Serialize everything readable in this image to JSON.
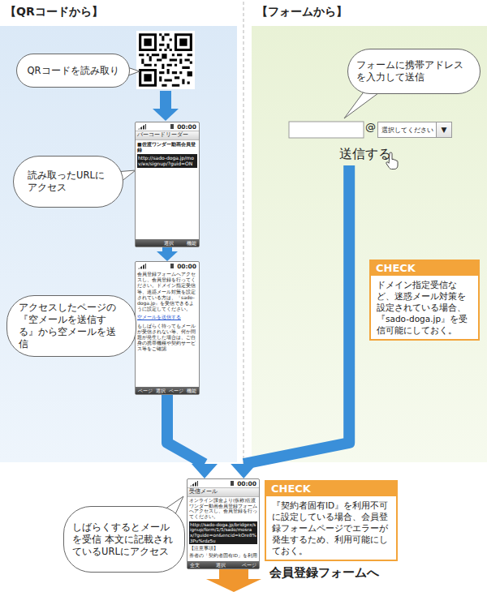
{
  "diagram": {
    "nodes": [
      {
        "text": [
          "【QRコードから】"
        ]
      },
      {
        "text": [
          "QRコードを読み取り"
        ],
        "in": 0
      },
      {
        "text": [
          "00:00",
          "バーコードリーダー",
          "■佐渡ワンダー動画会員登録",
          "http://sado-doga.jp/mov/ex/signup/?guid=ON",
          "選択",
          "機能"
        ],
        "in": 0
      },
      {
        "text": [
          "読み取ったURLにアクセス"
        ],
        "in": 0
      },
      {
        "text": [
          "00:00",
          "会員登録フォームへアクセスし、会員登録を行ってください。ドメイン指定受信等、迷惑メール対策を設定されている方は、『sado-doga.jp』を受信できるように設定してください。",
          "空メールを送信する",
          "もしばらく待ってもメールが受信されない等、何か問題が発生した場合は、ご自身の携帯機種や契約サービス等をご確認",
          "ページ",
          "選択",
          "ページ",
          "機能"
        ],
        "in": 0
      },
      {
        "text": [
          "アクセスしたページの『空メールを送信する』から空メールを送信"
        ],
        "in": 0
      },
      {
        "text": [
          "【フォームから】"
        ]
      },
      {
        "text": [
          "フォームに携帯アドレスを入力して送信"
        ],
        "in": 6
      },
      {
        "text": [
          "選択してください",
          "▼"
        ],
        "in": 6
      },
      {
        "text": [
          "送信する"
        ],
        "in": 6
      },
      {
        "text": [
          "CHECK",
          "ドメイン指定受信など、迷惑メール対策を設定されている場合、『sado-doga.jp』を受信可能にしておく。"
        ],
        "in": 6
      },
      {
        "text": [
          "00:00",
          "受信メール",
          "オンライン課金より(仮称)佐渡ワンダー動画会員登録フォームへアクセスし、会員登録を行ってください。",
          "http://sado-doga.jp/bridgex/signup/form/1/5/sado/mosrax/?guide=on&encid=kOre8%3Pu%rdz5u",
          "【注意事項】",
          "券者の「契約者固有ID」を利用",
          "全文",
          "選択",
          "ページ"
        ]
      },
      {
        "text": [
          "しばらくするとメールを受信 本文に記載されているURLにアクセス"
        ]
      },
      {
        "text": [
          "CHECK",
          "『契約者固有ID』を利用不可に設定している場合、会員登録フォームページでエラーが発生するため、利用可能にしておく。"
        ]
      }
    ],
    "edges": [
      {
        "from": 2,
        "to": 4,
        "arrow": "to"
      },
      {
        "from": 4,
        "to": 11,
        "arrow": "to"
      },
      {
        "from": 9,
        "to": 11,
        "arrow": "to"
      }
    ],
    "labels": [
      "@",
      "会員登録フォームへ"
    ]
  }
}
